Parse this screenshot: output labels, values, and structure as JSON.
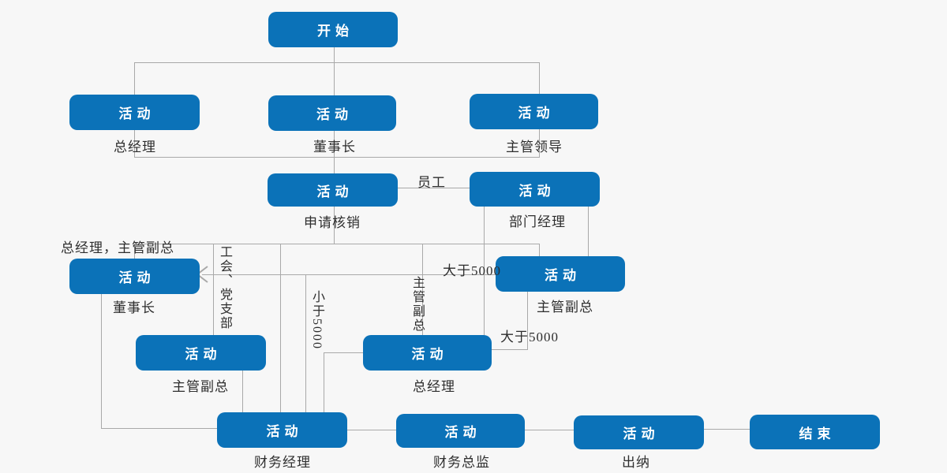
{
  "title": "活动流程图",
  "colors": {
    "node_fill": "#0b72b8",
    "node_text": "#ffffff",
    "connector": "#a9a9a9",
    "label_text": "#2e2e2e",
    "background": "#f7f7f7"
  },
  "nodes": {
    "start": {
      "label": "开始"
    },
    "gm": {
      "label": "活动",
      "caption": "总经理"
    },
    "chairman": {
      "label": "活动",
      "caption": "董事长"
    },
    "supervisor": {
      "label": "活动",
      "caption": "主管领导"
    },
    "apply": {
      "label": "活动",
      "caption": "申请核销"
    },
    "dept": {
      "label": "活动",
      "caption": "部门经理"
    },
    "chairman2": {
      "label": "活动",
      "caption": "董事长"
    },
    "deputyR": {
      "label": "活动",
      "caption": "主管副总"
    },
    "deputyL": {
      "label": "活动",
      "caption": "主管副总"
    },
    "gm2": {
      "label": "活动",
      "caption": "总经理"
    },
    "finmgr": {
      "label": "活动",
      "caption": "财务经理"
    },
    "findir": {
      "label": "活动",
      "caption": "财务总监"
    },
    "cashier": {
      "label": "活动",
      "caption": "出纳"
    },
    "end": {
      "label": "结束"
    }
  },
  "edge_labels": {
    "employee": "员工",
    "over5000_top": "大于5000",
    "over5000_bottom": "大于5000",
    "under5000": "小于5000",
    "union": "工会、党支部",
    "deputy": "主管副总",
    "gm_deputy_note": "总经理，主管副总"
  }
}
